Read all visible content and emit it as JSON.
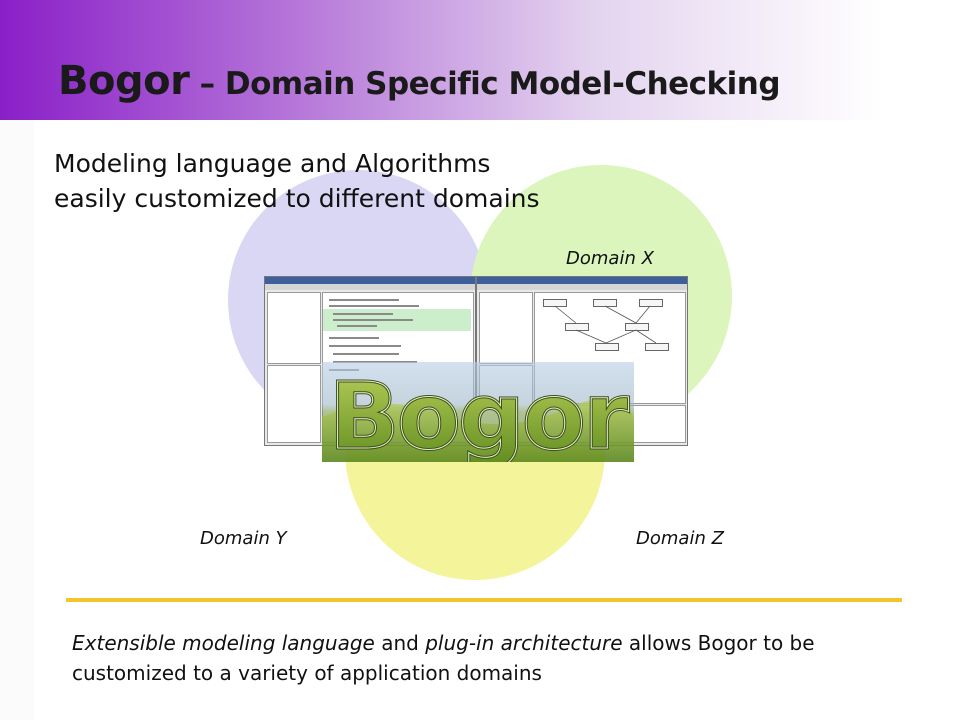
{
  "title": {
    "main": "Bogor",
    "dash": " – ",
    "rest": "Domain Specific Model-Checking"
  },
  "subtitle": {
    "line1": "Modeling language and Algorithms",
    "line2": "easily customized to different domains"
  },
  "domains": {
    "x": "Domain X",
    "y": "Domain Y",
    "z": "Domain Z"
  },
  "logo": {
    "text": "Bogor"
  },
  "footer": {
    "part1": "Extensible modeling language",
    "part2": " and ",
    "part3": "plug-in architecture",
    "part4": " allows Bogor to be customized to a variety of application domains"
  },
  "colors": {
    "header_gradient_start": "#8a1fc8",
    "circle_left": "#d9d7f4",
    "circle_right": "#dbf5bd",
    "circle_bottom": "#f4f49a",
    "rule": "#f3c52b"
  }
}
